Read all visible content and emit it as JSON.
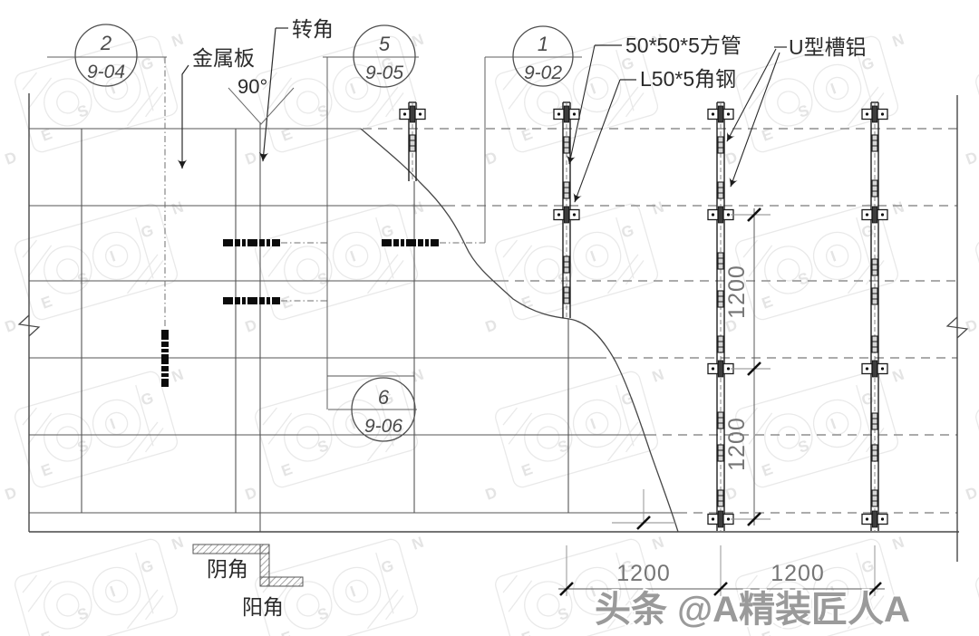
{
  "callouts": [
    {
      "number": "2",
      "sheet": "9-04"
    },
    {
      "number": "5",
      "sheet": "9-05"
    },
    {
      "number": "1",
      "sheet": "9-02"
    },
    {
      "number": "6",
      "sheet": "9-06"
    }
  ],
  "labels": {
    "metal_panel": "金属板",
    "corner": "转角",
    "angle": "90°",
    "square_tube": "50*50*5方管",
    "angle_steel": "L50*5角钢",
    "u_channel": "U型槽铝",
    "inner_corner": "阴角",
    "outer_corner": "阳角"
  },
  "dimensions": {
    "vertical": [
      "1200",
      "1200"
    ],
    "horizontal": [
      "1200",
      "1200"
    ]
  },
  "watermarks": {
    "brand": "头条 @A精装匠人A",
    "background_letters": [
      "D",
      "E",
      "S",
      "I",
      "G",
      "N"
    ]
  },
  "colors": {
    "background": "#ffffff",
    "line_dark": "#2f2f2f",
    "line_gray": "#8f8f8f",
    "black_bar": "#0b0b0b",
    "watermark_tile": "#e9e9e9",
    "brand_gray": "#9a9a9a"
  }
}
